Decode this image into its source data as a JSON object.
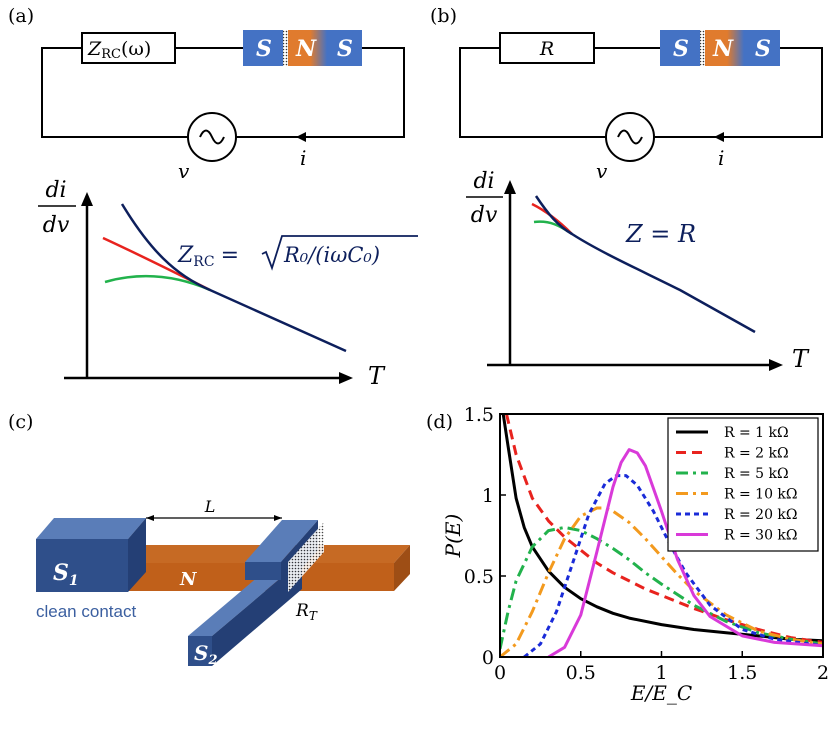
{
  "panels": {
    "a": {
      "tag": "(a)",
      "impedance_label": "Z",
      "impedance_sub": "RC",
      "impedance_arg": "(ω)",
      "junction": [
        "S",
        "N",
        "S"
      ],
      "source_label": "v",
      "current_label": "i",
      "y_label_num": "di",
      "y_label_den": "dv",
      "x_label": "T",
      "formula_lhs": "Z",
      "formula_sub": "RC",
      "formula_rhs": "= ",
      "formula_root": "R₀/(iωC₀)"
    },
    "b": {
      "tag": "(b)",
      "resistor_label": "R",
      "junction": [
        "S",
        "N",
        "S"
      ],
      "source_label": "v",
      "current_label": "i",
      "y_label_num": "di",
      "y_label_den": "dv",
      "x_label": "T",
      "formula": "Z = R"
    },
    "c": {
      "tag": "(c)",
      "length_label": "L",
      "s1_label": "S",
      "s1_sub": "1",
      "s2_label": "S",
      "s2_sub": "2",
      "n_label": "N",
      "rt_label": "R",
      "rt_sub": "T",
      "clean_contact": "clean contact"
    },
    "d": {
      "tag": "(d)"
    }
  },
  "colors": {
    "s_block": "#4472c4",
    "n_block": "#e07b2e",
    "navy": "#0d1f5c",
    "red": "#e8231e",
    "green": "#22b24c",
    "s_dark": "#2f4f8a",
    "n_dark": "#c0601a"
  },
  "chart_data": {
    "type": "line",
    "xlabel": "E/E_C",
    "ylabel": "P(E)",
    "xlim": [
      0,
      2
    ],
    "ylim": [
      0,
      1.5
    ],
    "xticks": [
      "0",
      "0.5",
      "1",
      "1.5",
      "2"
    ],
    "yticks": [
      "0",
      "0.5",
      "1",
      "1.5"
    ],
    "grid": false,
    "legend_position": "top-right",
    "series": [
      {
        "name": "R = 1 kΩ",
        "color": "#000000",
        "dash": "solid",
        "x": [
          0.02,
          0.05,
          0.1,
          0.15,
          0.2,
          0.3,
          0.4,
          0.5,
          0.6,
          0.7,
          0.8,
          1.0,
          1.2,
          1.4,
          1.6,
          1.8,
          2.0
        ],
        "y": [
          1.5,
          1.3,
          0.98,
          0.8,
          0.68,
          0.53,
          0.43,
          0.36,
          0.31,
          0.27,
          0.24,
          0.2,
          0.17,
          0.15,
          0.13,
          0.11,
          0.1
        ]
      },
      {
        "name": "R = 2 kΩ",
        "color": "#e8231e",
        "dash": "dashed",
        "x": [
          0.04,
          0.1,
          0.2,
          0.3,
          0.4,
          0.5,
          0.6,
          0.7,
          0.8,
          0.9,
          1.0,
          1.2,
          1.4,
          1.6,
          1.8,
          2.0
        ],
        "y": [
          1.5,
          1.25,
          0.98,
          0.84,
          0.74,
          0.66,
          0.58,
          0.52,
          0.47,
          0.42,
          0.38,
          0.3,
          0.23,
          0.17,
          0.12,
          0.09
        ]
      },
      {
        "name": "R = 5 kΩ",
        "color": "#22b24c",
        "dash": "dashdot",
        "x": [
          0.0,
          0.05,
          0.1,
          0.2,
          0.3,
          0.4,
          0.5,
          0.6,
          0.7,
          0.8,
          0.9,
          1.0,
          1.2,
          1.4,
          1.6,
          1.8,
          2.0
        ],
        "y": [
          0.05,
          0.28,
          0.47,
          0.68,
          0.78,
          0.8,
          0.78,
          0.73,
          0.67,
          0.6,
          0.52,
          0.45,
          0.32,
          0.22,
          0.15,
          0.11,
          0.08
        ]
      },
      {
        "name": "R = 10 kΩ",
        "color": "#f39a1e",
        "dash": "dashdot",
        "x": [
          0.0,
          0.1,
          0.2,
          0.3,
          0.4,
          0.5,
          0.6,
          0.65,
          0.7,
          0.8,
          0.9,
          1.0,
          1.1,
          1.2,
          1.4,
          1.6,
          1.8,
          2.0
        ],
        "y": [
          0.0,
          0.08,
          0.28,
          0.52,
          0.73,
          0.87,
          0.92,
          0.92,
          0.9,
          0.83,
          0.73,
          0.62,
          0.51,
          0.41,
          0.26,
          0.16,
          0.11,
          0.08
        ]
      },
      {
        "name": "R = 20 kΩ",
        "color": "#1a2bd8",
        "dash": "dotted",
        "x": [
          0.15,
          0.25,
          0.35,
          0.45,
          0.55,
          0.65,
          0.72,
          0.78,
          0.85,
          0.95,
          1.05,
          1.15,
          1.3,
          1.5,
          1.7,
          2.0
        ],
        "y": [
          0.0,
          0.08,
          0.28,
          0.58,
          0.88,
          1.07,
          1.12,
          1.12,
          1.06,
          0.9,
          0.7,
          0.52,
          0.32,
          0.17,
          0.11,
          0.07
        ]
      },
      {
        "name": "R = 30 kΩ",
        "color": "#d93ad9",
        "dash": "solid",
        "x": [
          0.3,
          0.4,
          0.5,
          0.6,
          0.7,
          0.75,
          0.8,
          0.85,
          0.9,
          1.0,
          1.1,
          1.2,
          1.3,
          1.5,
          1.7,
          2.0
        ],
        "y": [
          0.0,
          0.06,
          0.26,
          0.65,
          1.05,
          1.2,
          1.28,
          1.26,
          1.18,
          0.9,
          0.6,
          0.38,
          0.25,
          0.13,
          0.09,
          0.07
        ]
      }
    ]
  }
}
